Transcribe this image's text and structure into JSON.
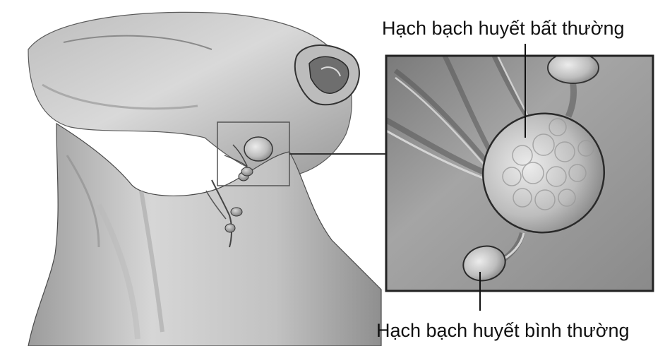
{
  "labels": {
    "abnormal": "Hạch bạch huyết bất thường",
    "normal": "Hạch bạch huyết bình thường"
  },
  "colors": {
    "skin_light": "#d6d6d6",
    "skin_mid": "#a8a8a8",
    "skin_dark": "#6c6c6c",
    "outline": "#3a3a3a",
    "node_fill": "#cfcfcf",
    "node_shadow": "#8a8a8a",
    "zoom_frame": "#333333"
  },
  "icons": [
    "neck-illustration",
    "ear-icon",
    "zoom-box-icon",
    "lymph-node-icon"
  ]
}
